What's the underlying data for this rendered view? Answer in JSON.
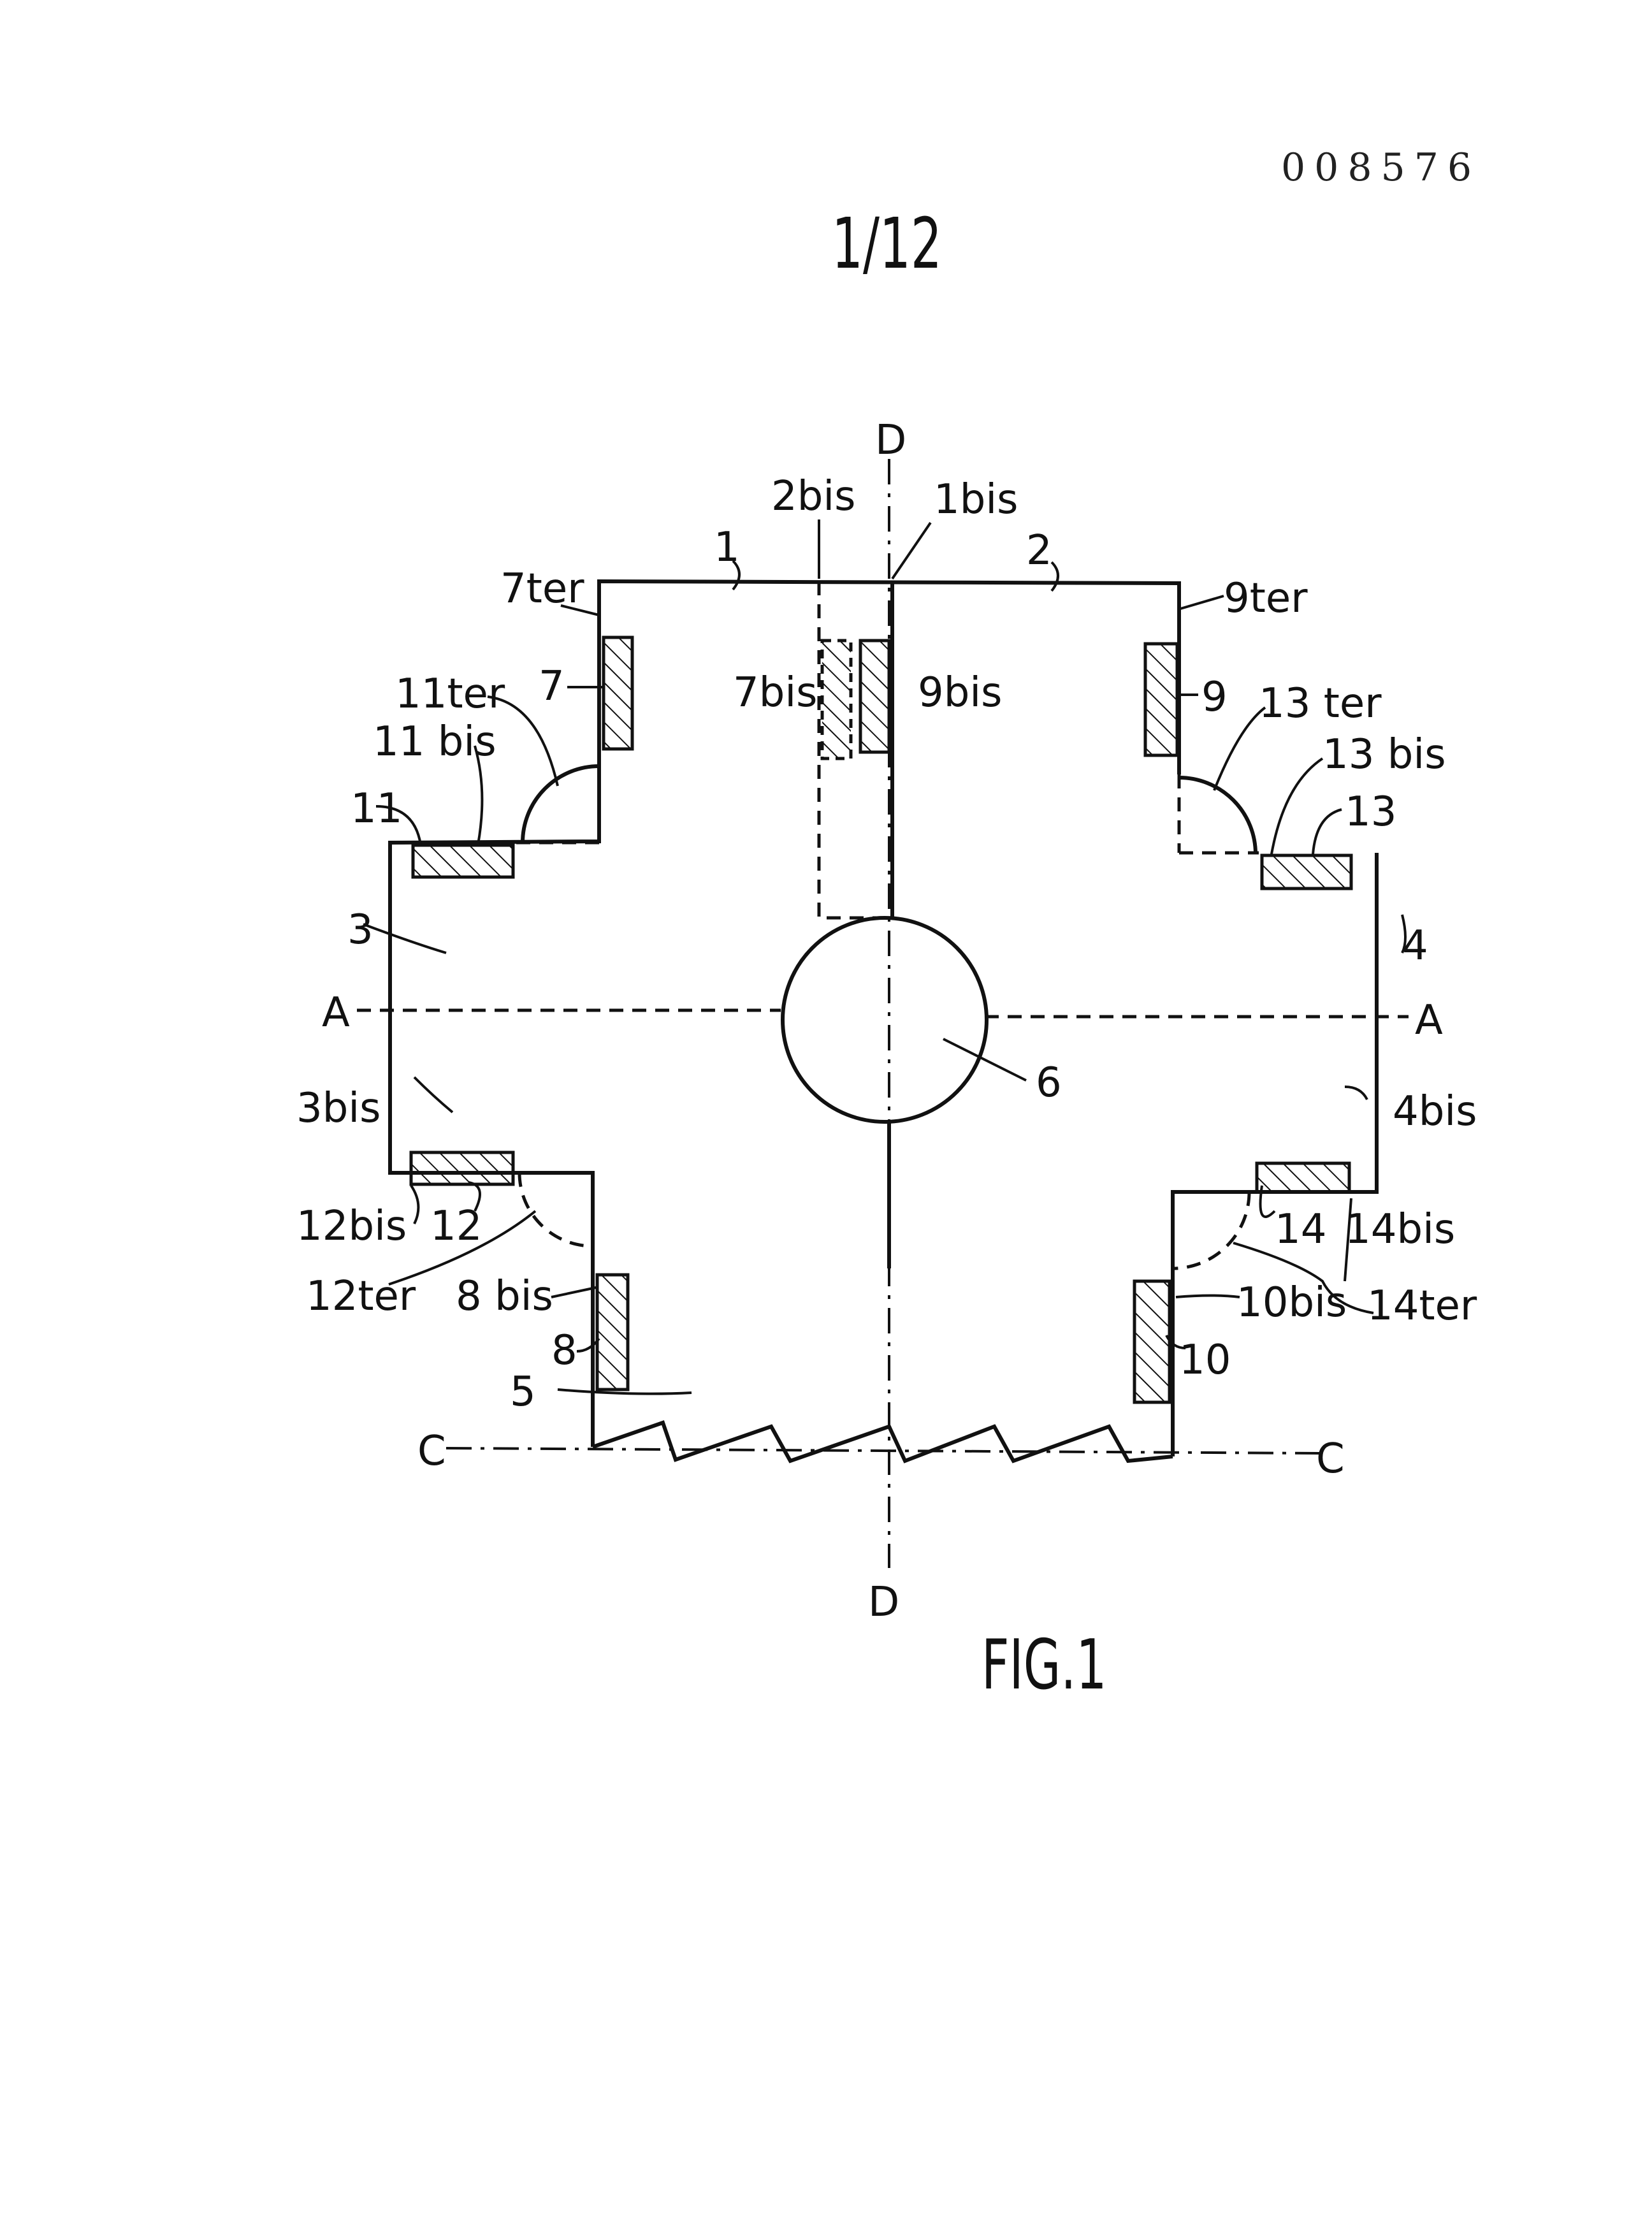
{
  "header": {
    "doc_number": "008576",
    "sheet_number": "1/12"
  },
  "figure": {
    "caption": "FIG.1",
    "axis_labels": {
      "d_top": "D",
      "d_bottom": "D",
      "a_left": "A",
      "a_right": "A",
      "c_left": "C",
      "c_right": "C"
    },
    "labels": {
      "l1": "1",
      "l2": "2",
      "l1bis": "1bis",
      "l2bis": "2bis",
      "l3": "3",
      "l3bis": "3bis",
      "l4": "4",
      "l4bis": "4bis",
      "l5": "5",
      "l6": "6",
      "l7": "7",
      "l7bis": "7bis",
      "l7ter": "7ter",
      "l8": "8",
      "l8bis": "8 bis",
      "l9": "9",
      "l9bis": "9bis",
      "l9ter": "9ter",
      "l10": "10",
      "l10bis": "10bis",
      "l11": "11",
      "l11bis": "11 bis",
      "l11ter": "11ter",
      "l12": "12",
      "l12bis": "12bis",
      "l12ter": "12ter",
      "l13": "13",
      "l13bis": "13 bis",
      "l13ter": "13 ter",
      "l14": "14",
      "l14bis": "14bis",
      "l14ter": "14ter"
    }
  }
}
